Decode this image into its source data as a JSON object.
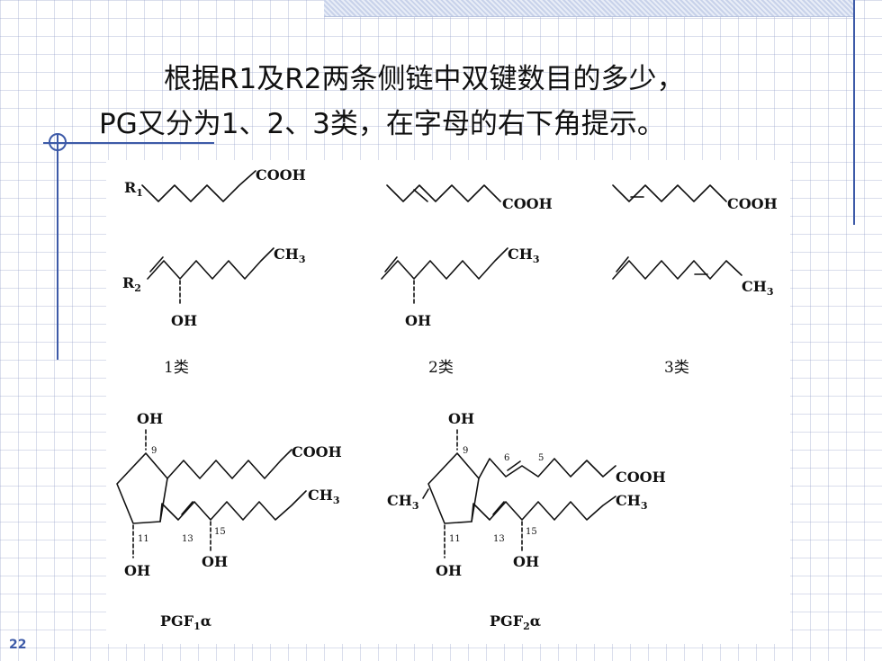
{
  "title": {
    "line1": "根据R1及R2两条侧链中双键数目的多少，",
    "line2": "PG又分为1、2、3类，在字母的右下角提示。"
  },
  "page_number": "22",
  "figure": {
    "cooh": "COOH",
    "ch3": "CH",
    "ch3_sub": "3",
    "oh": "OH",
    "r1": "R",
    "r1_sub": "1",
    "r2": "R",
    "r2_sub": "2",
    "class1": "1类",
    "class2": "2类",
    "class3": "3类",
    "pgf1_main": "PGF",
    "pgf1_sub": "1",
    "pgf1_alpha": "α",
    "pgf2_main": "PGF",
    "pgf2_sub": "2",
    "pgf2_alpha": "α",
    "n9": "9",
    "n11": "11",
    "n13": "13",
    "n15": "15",
    "n6": "6",
    "n5": "5"
  }
}
